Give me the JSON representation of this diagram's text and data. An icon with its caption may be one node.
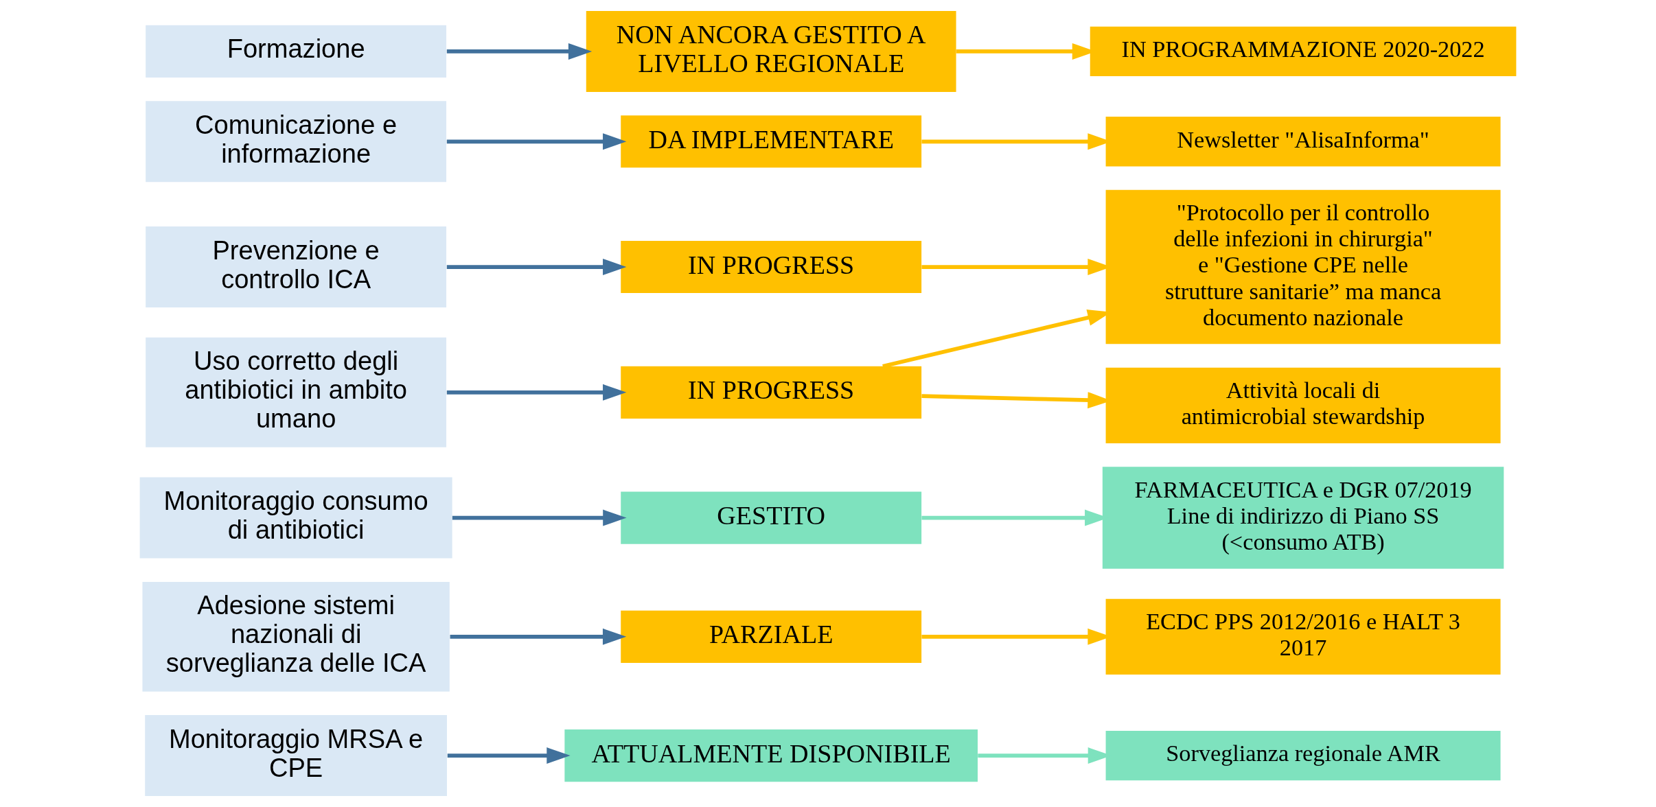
{
  "diagram": {
    "nodes": [
      {
        "text": [
          "Monitoraggio MRSA e CPE"
        ]
      },
      {
        "text": [
          "ATTUALMENTE DISPONIBILE"
        ]
      },
      {
        "text": [
          "Sorveglianza regionale AMR"
        ]
      },
      {
        "text": [
          "Adesione sistemi nazionali di sorveglianza delle ICA"
        ]
      },
      {
        "text": [
          "PARZIALE"
        ]
      },
      {
        "text": [
          "ECDC PPS 2012/2016 e HALT 3 2017"
        ]
      },
      {
        "text": [
          "Monitoraggio consumo di antibiotici"
        ]
      },
      {
        "text": [
          "GESTITO"
        ]
      },
      {
        "text": [
          "FARMACEUTICA e DGR 07/2019 Line di indirizzo di Piano SS (<consumo ATB)"
        ]
      },
      {
        "text": [
          "Prevenzione e controllo ICA"
        ]
      },
      {
        "text": [
          "IN PROGRESS"
        ]
      },
      {
        "text": [
          "\"Protocollo per il controllo delle infezioni in chirurgia\" e \"Gestione CPE nelle strutture sanitarie” ma manca documento nazionale"
        ]
      },
      {
        "text": [
          "Uso corretto degli antibiotici in ambito umano"
        ]
      },
      {
        "text": [
          "IN PROGRESS"
        ]
      },
      {
        "text": [
          "Attività locali di antimicrobial stewardship"
        ]
      },
      {
        "text": [
          "Comunicazione e informazione"
        ]
      },
      {
        "text": [
          "DA IMPLEMENTARE"
        ]
      },
      {
        "text": [
          "Newsletter \"AlisaInforma\""
        ]
      },
      {
        "text": [
          "Formazione"
        ]
      },
      {
        "text": [
          "NON ANCORA GESTITO A LIVELLO REGIONALE"
        ]
      },
      {
        "text": [
          "IN PROGRAMMAZIONE 2020-2022"
        ]
      }
    ],
    "edges": [
      {
        "from": 0,
        "to": 1,
        "arrow": "to"
      },
      {
        "from": 1,
        "to": 2,
        "arrow": "to",
        "color": "#7ee2be"
      },
      {
        "from": 3,
        "to": 4,
        "arrow": "to"
      },
      {
        "from": 4,
        "to": 5,
        "arrow": "to",
        "color": "#ffc000"
      },
      {
        "from": 6,
        "to": 7,
        "arrow": "to"
      },
      {
        "from": 7,
        "to": 8,
        "arrow": "to",
        "color": "#7ee2be"
      },
      {
        "from": 9,
        "to": 10,
        "arrow": "to"
      },
      {
        "from": 10,
        "to": 11,
        "arrow": "to",
        "color": "#ffc000"
      },
      {
        "from": 12,
        "to": 13,
        "arrow": "to"
      },
      {
        "from": 13,
        "to": 11,
        "arrow": "to",
        "color": "#ffc000"
      },
      {
        "from": 13,
        "to": 14,
        "arrow": "to",
        "color": "#ffc000"
      },
      {
        "from": 15,
        "to": 16,
        "arrow": "to"
      },
      {
        "from": 16,
        "to": 17,
        "arrow": "to",
        "color": "#ffc000"
      },
      {
        "from": 18,
        "to": 19,
        "arrow": "to"
      },
      {
        "from": 19,
        "to": 20,
        "arrow": "to",
        "color": "#ffc000"
      }
    ]
  }
}
